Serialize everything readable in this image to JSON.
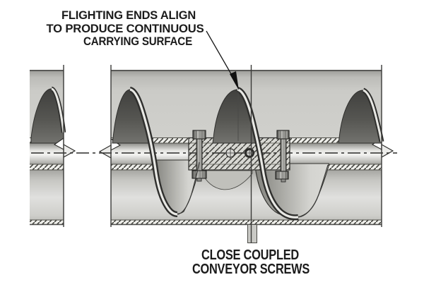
{
  "annotations": {
    "flighting_note": {
      "lines": [
        "FLIGHTING ENDS ALIGN",
        "TO PRODUCE CONTINUOUS",
        "CARRYING SURFACE"
      ]
    },
    "caption": {
      "lines": [
        "CLOSE COUPLED",
        "CONVEYOR SCREWS"
      ]
    }
  },
  "colors": {
    "background": "#ffffff",
    "trough_gray": "#cdcdc9",
    "pipe_highlight": "#f3f3f1",
    "blade_dark": "#55554f",
    "blade_rim": "#e8e8e4",
    "hatch_line": "#3c3c38",
    "outline": "#3a3a38",
    "text": "#1b1b1b"
  }
}
